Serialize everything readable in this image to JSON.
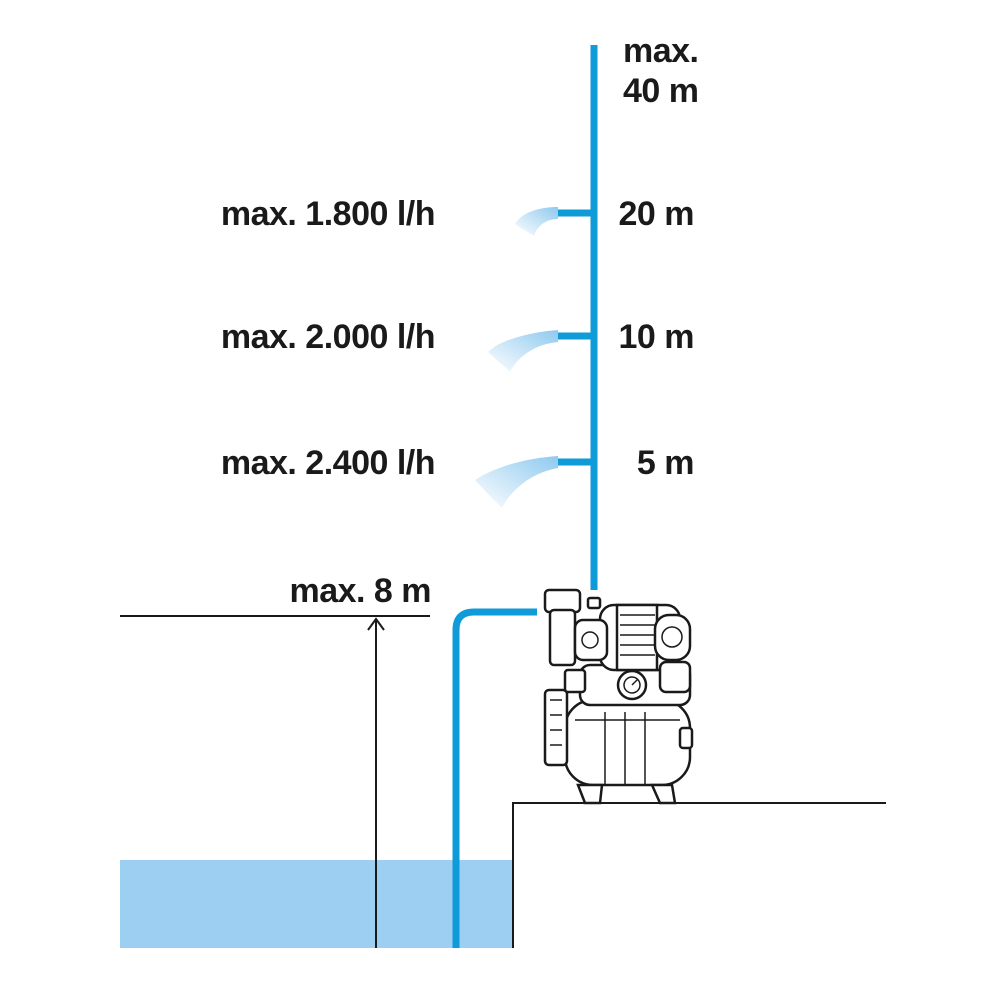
{
  "diagram": {
    "height_labels": {
      "max_height": [
        "max.",
        "40 m"
      ],
      "h20": "20 m",
      "h10": "10 m",
      "h5": "5 m"
    },
    "flow_labels": {
      "at20": "max. 1.800 l/h",
      "at10": "max. 2.000 l/h",
      "at5": "max. 2.400 l/h"
    },
    "suction": {
      "label": "max. 8 m"
    },
    "colors": {
      "pipe": "#0f9ad8",
      "water": "#9ccff2",
      "ink": "#1a1a1a",
      "pump_body": "#ffffff"
    },
    "icons": [
      "water-spray-icon",
      "garden-pump-icon",
      "arrow-up-icon"
    ]
  }
}
